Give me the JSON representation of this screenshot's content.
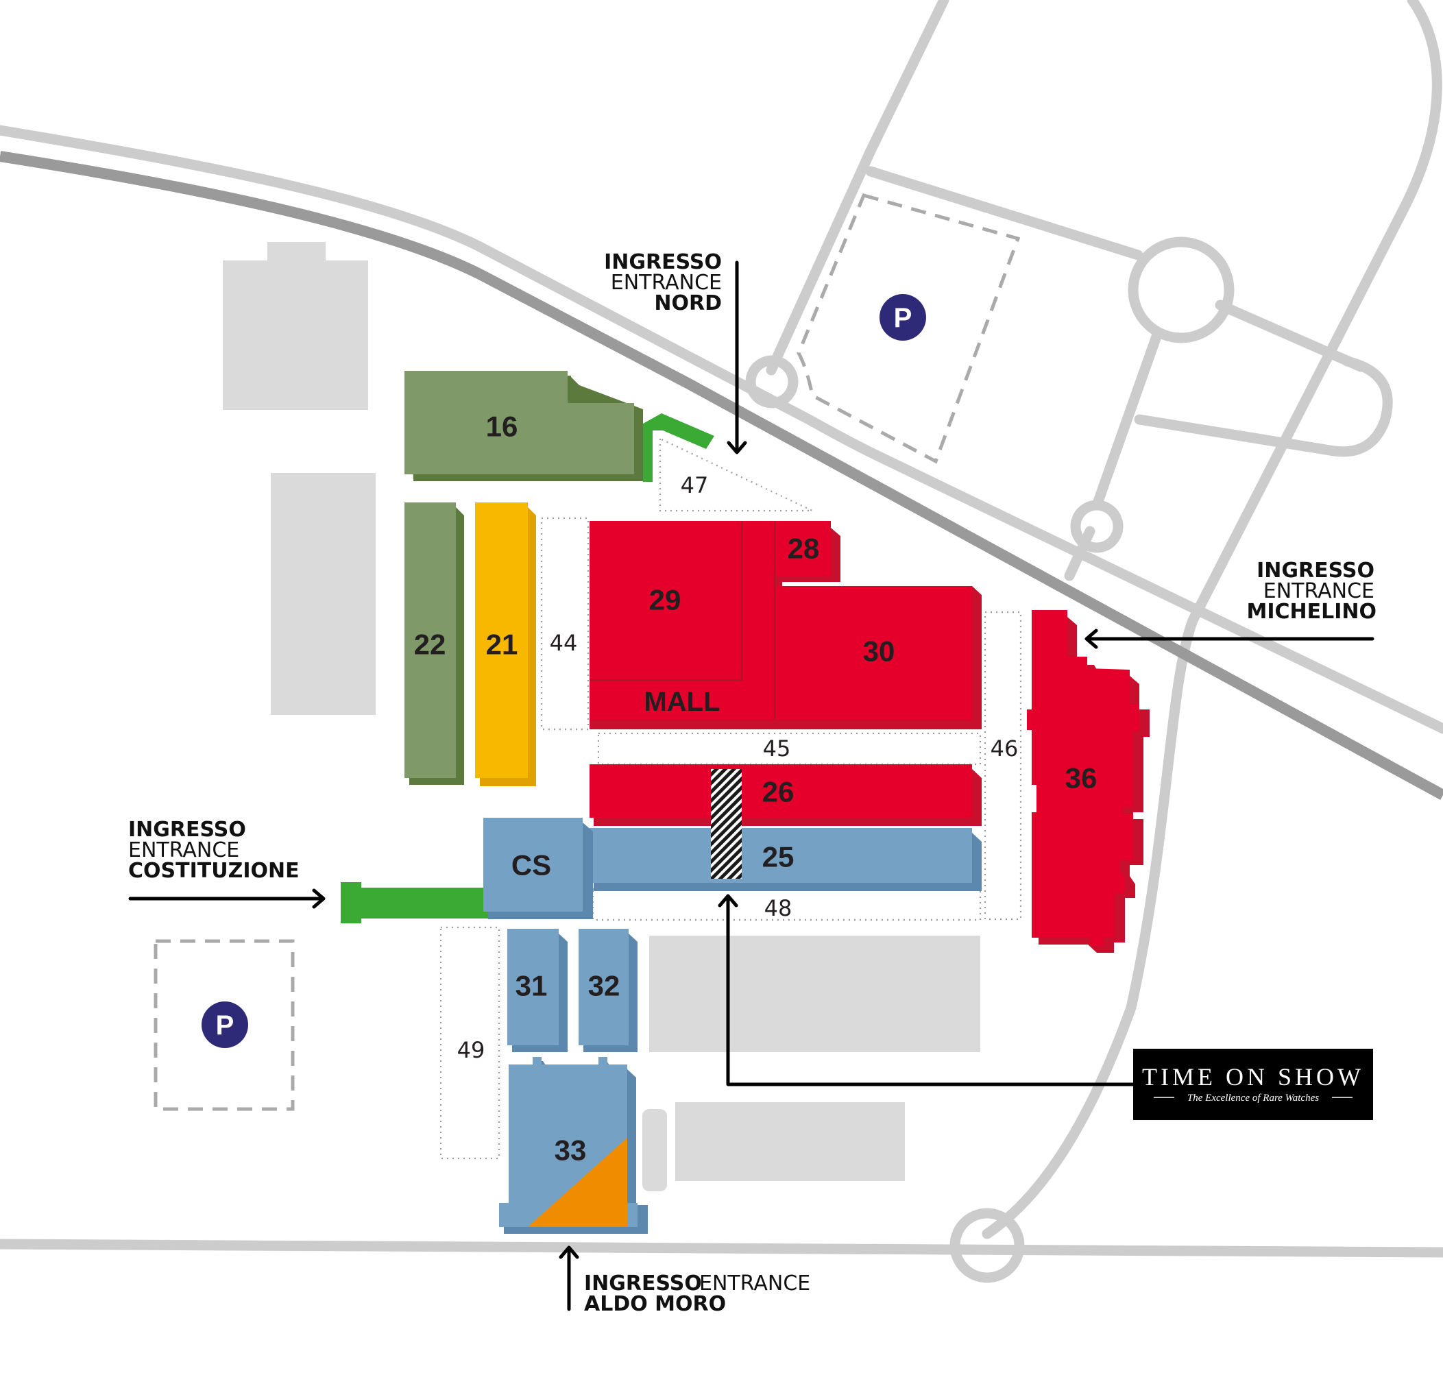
{
  "halls": {
    "h16": "16",
    "h22": "22",
    "h21": "21",
    "h29": "29",
    "h28": "28",
    "h30": "30",
    "mall": "MALL",
    "h26": "26",
    "h25": "25",
    "cs": "CS",
    "h36": "36",
    "h31": "31",
    "h32": "32",
    "h33": "33"
  },
  "aisles": {
    "a44": "44",
    "a45": "45",
    "a46": "46",
    "a47": "47",
    "a48": "48",
    "a49": "49"
  },
  "entrances": {
    "nord": {
      "ingresso": "INGRESSO",
      "entrance": "ENTRANCE",
      "name": "NORD"
    },
    "michelino": {
      "ingresso": "INGRESSO",
      "entrance": "ENTRANCE",
      "name": "MICHELINO"
    },
    "costituzione": {
      "ingresso": "INGRESSO",
      "entrance": "ENTRANCE",
      "name": "COSTITUZIONE"
    },
    "aldo_moro": {
      "ingresso": "INGRESSO",
      "entrance": "ENTRANCE",
      "name": "ALDO MORO"
    }
  },
  "parking": {
    "north": "P",
    "south": "P"
  },
  "logo": {
    "title": "TIME ON SHOW",
    "tagline": "The Excellence of Rare Watches"
  },
  "colors": {
    "red_halls": "#e4002b",
    "blue_halls": "#75a1c4",
    "green_halls": "#7f9a68",
    "yellow_hall": "#f9b800",
    "orange_area": "#ef8c00",
    "connectors": "#3aaa35",
    "parking_badge": "#2e2a78",
    "roads": "#cccccc",
    "railway": "#9b9a9b",
    "other_buildings": "#dadada"
  }
}
